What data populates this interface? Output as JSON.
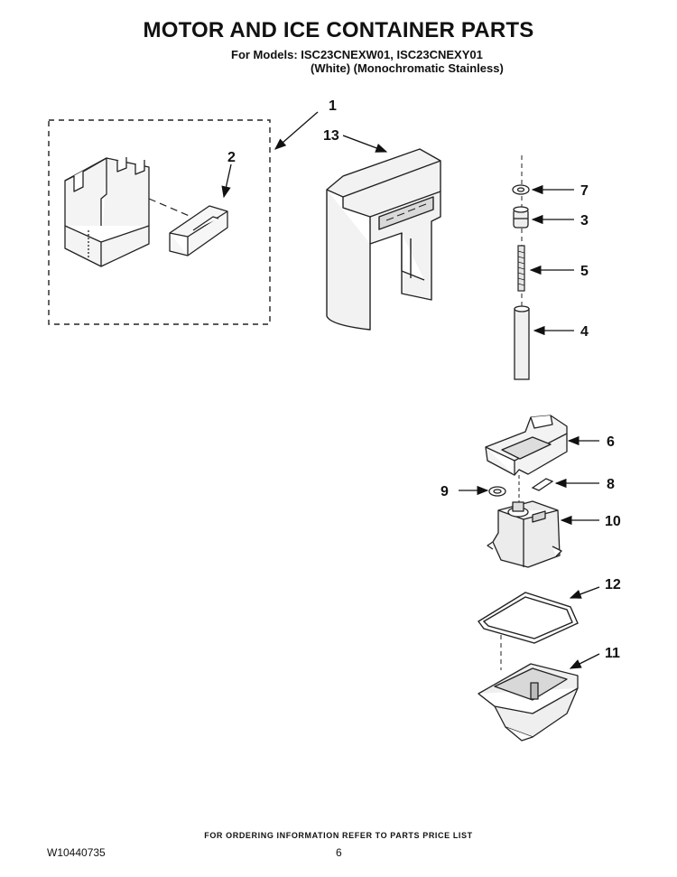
{
  "header": {
    "title": "MOTOR AND ICE CONTAINER PARTS",
    "models_line": "For Models: ISC23CNEXW01, ISC23CNEXY01",
    "colors_line": "(White)  (Monochromatic Stainless)"
  },
  "callouts": {
    "c1": "1",
    "c2": "2",
    "c3": "3",
    "c4": "4",
    "c5": "5",
    "c6": "6",
    "c7": "7",
    "c8": "8",
    "c9": "9",
    "c10": "10",
    "c11": "11",
    "c12": "12",
    "c13": "13"
  },
  "footer": {
    "ordering_note": "FOR ORDERING INFORMATION REFER TO PARTS PRICE LIST",
    "document_number": "W10440735",
    "page_number": "6"
  }
}
